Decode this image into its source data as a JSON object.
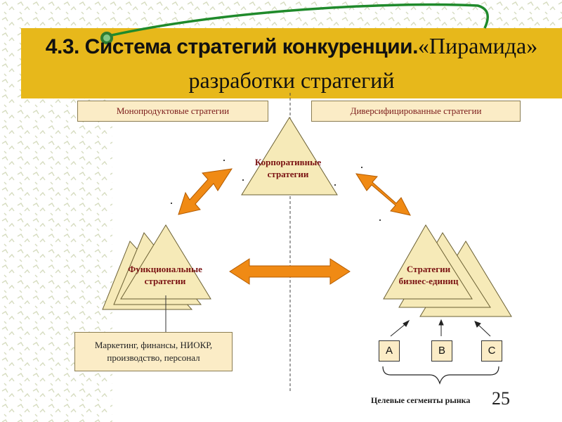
{
  "title": {
    "bold": "4.3. Система стратегий конкуренции.",
    "regular_1": "«Пирамида»",
    "regular_2": "разработки стратегий"
  },
  "boxes": {
    "mono": "Монопродуктовые стратегии",
    "div": "Диверсифицированные стратегии"
  },
  "pyramids": {
    "corporate": {
      "line1": "Корпоративные",
      "line2": "стратегии"
    },
    "functional": {
      "line1": "Функциональные",
      "line2": "стратегии"
    },
    "business": {
      "line1": "Стратегии",
      "line2": "бизнес-единиц"
    }
  },
  "functional_box": {
    "line1": "Маркетинг, финансы, НИОКР,",
    "line2": "производство, персонал"
  },
  "segments": [
    "A",
    "B",
    "C"
  ],
  "target_label": "Целевые сегменты рынка",
  "page_number": "25",
  "colors": {
    "band": "#e7b81b",
    "pyramid_fill": "#f6eab8",
    "arrow": "#f08a14",
    "text_dark_red": "#7a1212"
  }
}
